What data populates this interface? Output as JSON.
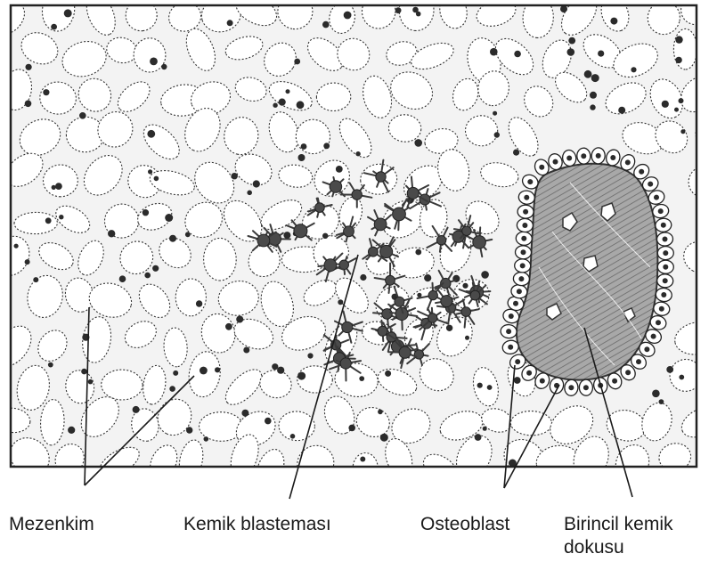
{
  "labels": {
    "mezenkim": "Mezenkim",
    "kemik_blastemasi": "Kemik blasteması",
    "osteoblast": "Osteoblast",
    "birincil_kemik_line1": "Birincil kemik",
    "birincil_kemik_line2": "dokusu"
  },
  "colors": {
    "ink": "#1a1a1a",
    "frame": "#222222",
    "bone_fill": "#9a9a9a",
    "cell_fill": "#ffffff",
    "background": "#ffffff"
  }
}
